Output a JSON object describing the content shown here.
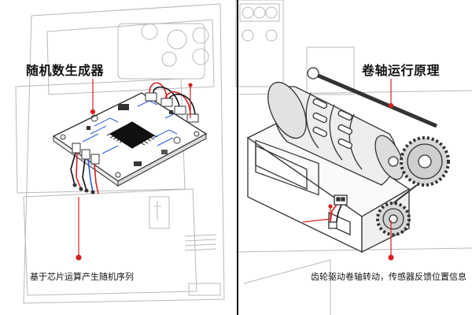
{
  "left_panel": {
    "title": "随机数生成器",
    "caption": "基于芯片运算产生随机序列"
  },
  "right_panel": {
    "title": "卷轴运行原理",
    "caption": "齿轮驱动卷轴转动，传感器反馈位置信息"
  },
  "colors": {
    "callout": "#d32020",
    "divider": "#111111",
    "line_art": "#333333",
    "faint_art": "#b8b8b8",
    "chip": "#111111",
    "trace_blue": "#2a5bd7"
  }
}
